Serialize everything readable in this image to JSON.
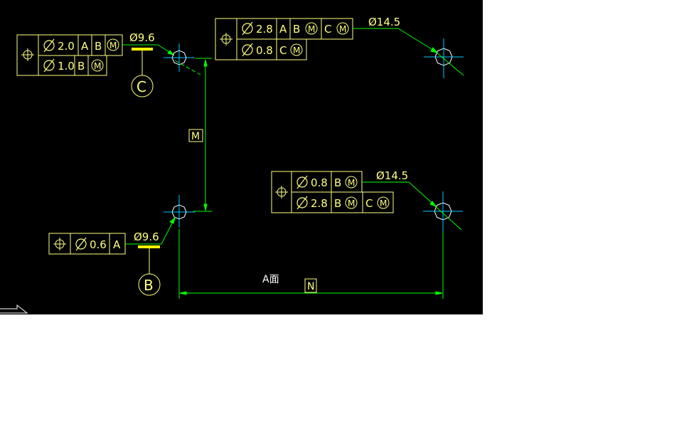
{
  "colors": {
    "background": "#000000",
    "frame": "#ffff80",
    "leader": "#00ff00",
    "centerline": "#00c8ff",
    "hole": "#ffffff",
    "datum_bar": "#ffff00",
    "text": "#ffff80"
  },
  "icons": {
    "position": "position-symbol-icon",
    "diameter": "diameter-symbol-icon",
    "mmc": "mmc-circle-m-icon"
  },
  "frames": {
    "topleft": {
      "row1": {
        "tol": "2.0",
        "d1": "A",
        "d2": "B",
        "mod": "M"
      },
      "row2": {
        "tol": "1.0",
        "d1": "B",
        "mod": "M"
      }
    },
    "topright": {
      "row1": {
        "tol": "2.8",
        "d1": "A",
        "d2": "B",
        "mod2": "M",
        "d3": "C",
        "mod3": "M"
      },
      "row2": {
        "tol": "0.8",
        "d1": "C",
        "mod": "M"
      }
    },
    "midright": {
      "row1": {
        "tol": "0.8",
        "d1": "B",
        "mod": "M"
      },
      "row2": {
        "tol": "2.8",
        "d1": "B",
        "mod1": "M",
        "d2": "C",
        "mod2": "M"
      }
    },
    "bottomleft": {
      "row1": {
        "tol": "0.6",
        "d1": "A"
      }
    }
  },
  "hole_labels": {
    "topleft": "Ø9.6",
    "bottomleft": "Ø9.6",
    "topright": "Ø14.5",
    "midright": "Ø14.5"
  },
  "datums": {
    "c": "C",
    "b": "B"
  },
  "dimensions": {
    "vertical": "M",
    "horizontal": "N",
    "face": "A面"
  }
}
